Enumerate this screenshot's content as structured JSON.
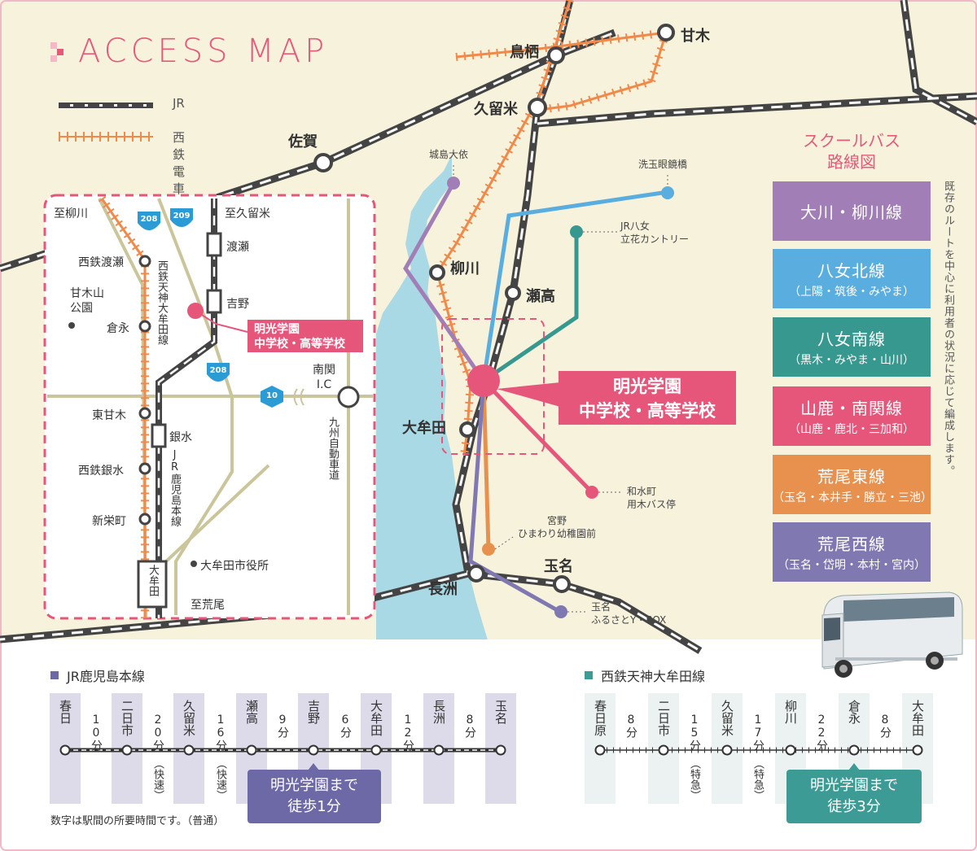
{
  "title": "ACCESS MAP",
  "legend": [
    {
      "label": "JR",
      "color": "#444444"
    },
    {
      "label": "西鉄電車",
      "color": "#f08a4b"
    }
  ],
  "colors": {
    "pink": "#e6567a",
    "sea": "#a9d9e4",
    "land": "#f7f2dc",
    "road": "#cbc59b",
    "jr": "#444444",
    "nishitetsu": "#f08a4b"
  },
  "stations": {
    "tosu": "鳥栖",
    "amagi": "甘木",
    "kurume": "久留米",
    "saga": "佐賀",
    "yanagawa": "柳川",
    "setaka": "瀬高",
    "omuta": "大牟田",
    "nagasu": "長洲",
    "tamana": "玉名"
  },
  "bus_stops": {
    "jojima": "城島大依",
    "araitama": "洗玉眼鏡橋",
    "jr_yame": "JR八女\n立花カントリー",
    "nagomi": "和水町\n用木バス停",
    "miyano": "宮野\nひまわり幼稚園前",
    "tamana_box": "玉名\nふるさとY・BOX"
  },
  "school": {
    "line1": "明光学園",
    "line2": "中学校・高等学校"
  },
  "inset": {
    "to_yanagawa": "至柳川",
    "to_kurume": "至久留米",
    "to_arao": "至荒尾",
    "route208": "208",
    "route209": "209",
    "route10": "10",
    "nishitetsu_wase": "西鉄渡瀬",
    "amagiyama": "甘木山\n公園",
    "kuranaga": "倉永",
    "higashi_amagi": "東甘木",
    "nishitetsu_ginsui": "西鉄銀水",
    "shineimachi": "新栄町",
    "wase": "渡瀬",
    "yoshino": "吉野",
    "ginsui": "銀水",
    "omuta": "大牟田",
    "nishitetsu_line": "西鉄天神大牟田線",
    "jr_line": "JR鹿児島本線",
    "nankan_ic": "南関\nI.C",
    "expressway": "九州自動車道",
    "city_hall": "大牟田市役所"
  },
  "bus_title": "スクールバス\n路線図",
  "bus_note": "既存のルートを中心に利用者の状況に応じて編成します。",
  "bus_routes": [
    {
      "name": "大川・柳川線",
      "sub": "",
      "color": "#a17fb6"
    },
    {
      "name": "八女北線",
      "sub": "（上陽・筑後・みやま）",
      "color": "#5aaedf"
    },
    {
      "name": "八女南線",
      "sub": "（黒木・みやま・山川）",
      "color": "#379890"
    },
    {
      "name": "山鹿・南関線",
      "sub": "（山鹿・鹿北・三加和）",
      "color": "#e6567a"
    },
    {
      "name": "荒尾東線",
      "sub": "（玉名・本井手・勝立・三池）",
      "color": "#e8914f"
    },
    {
      "name": "荒尾西線",
      "sub": "（玉名・岱明・本村・宮内）",
      "color": "#8078b0"
    }
  ],
  "jr_timetable": {
    "title": "JR鹿児島本線",
    "color": "#6d68a6",
    "stations": [
      "春日",
      "二日市",
      "久留米",
      "瀬高",
      "吉野",
      "大牟田",
      "長洲",
      "玉名"
    ],
    "times": [
      {
        "t": "10分",
        "type": ""
      },
      {
        "t": "20分",
        "type": "（快速）"
      },
      {
        "t": "16分",
        "type": "（快速）"
      },
      {
        "t": "9分",
        "type": ""
      },
      {
        "t": "6分",
        "type": ""
      },
      {
        "t": "12分",
        "type": ""
      },
      {
        "t": "8分",
        "type": ""
      }
    ],
    "walk": "明光学園まで\n徒歩1分"
  },
  "nishitetsu_timetable": {
    "title": "西鉄天神大牟田線",
    "color": "#3c9b94",
    "stations": [
      "春日原",
      "二日市",
      "久留米",
      "柳川",
      "倉永",
      "大牟田"
    ],
    "times": [
      {
        "t": "8分",
        "type": ""
      },
      {
        "t": "15分",
        "type": "（特急）"
      },
      {
        "t": "17分",
        "type": "（特急）"
      },
      {
        "t": "22分",
        "type": ""
      },
      {
        "t": "8分",
        "type": ""
      }
    ],
    "walk": "明光学園まで\n徒歩3分"
  },
  "timetable_note": "数字は駅間の所要時間です。（普通）"
}
